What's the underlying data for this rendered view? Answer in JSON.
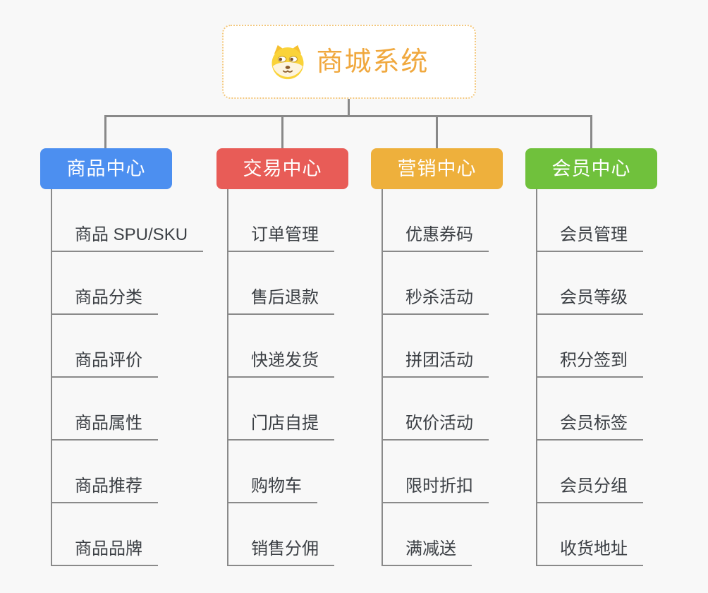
{
  "root": {
    "title": "商城系统",
    "icon": "dog-face-icon",
    "title_color": "#f0a83e",
    "border_color": "#f3c87e"
  },
  "connector_color": "#898989",
  "columns": [
    {
      "label": "商品中心",
      "color": "#4c8ff0",
      "items": [
        "商品 SPU/SKU",
        "商品分类",
        "商品评价",
        "商品属性",
        "商品推荐",
        "商品品牌"
      ]
    },
    {
      "label": "交易中心",
      "color": "#e85c57",
      "items": [
        "订单管理",
        "售后退款",
        "快递发货",
        "门店自提",
        "购物车",
        "销售分佣"
      ]
    },
    {
      "label": "营销中心",
      "color": "#eeb03c",
      "items": [
        "优惠券码",
        "秒杀活动",
        "拼团活动",
        "砍价活动",
        "限时折扣",
        "满减送"
      ]
    },
    {
      "label": "会员中心",
      "color": "#70c13c",
      "items": [
        "会员管理",
        "会员等级",
        "积分签到",
        "会员标签",
        "会员分组",
        "收货地址"
      ]
    }
  ]
}
